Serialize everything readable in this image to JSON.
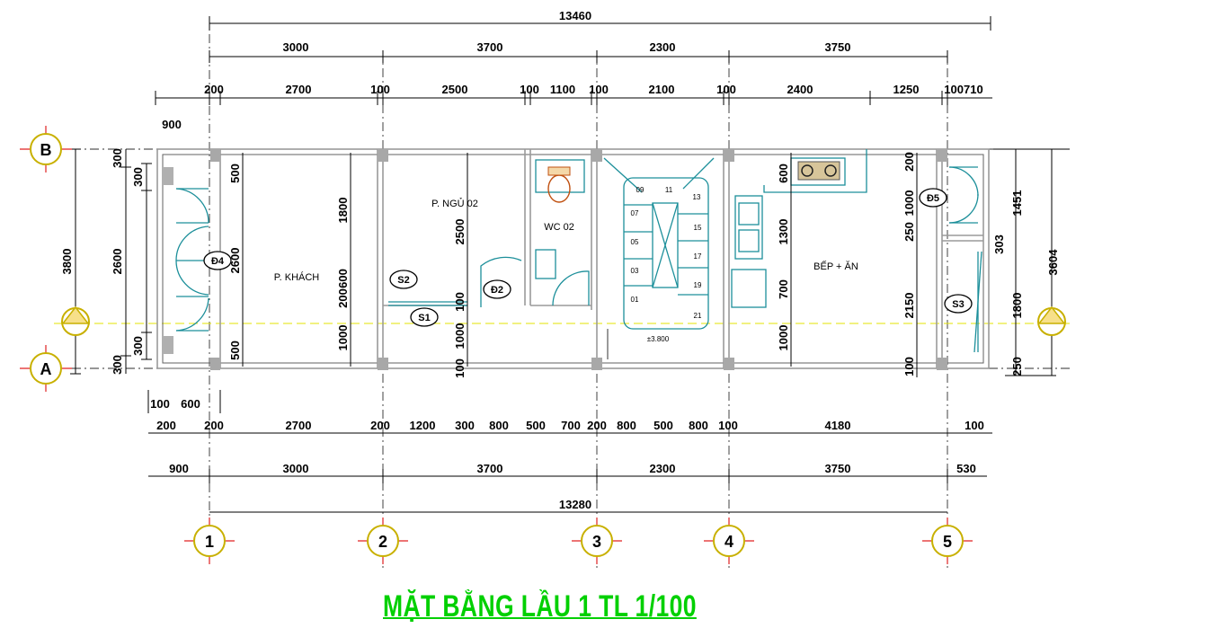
{
  "title": "MẶT BẰNG LẦU 1 TL 1/100",
  "dims_top": {
    "overall": "13460",
    "row2": [
      "3000",
      "3700",
      "2300",
      "3750"
    ],
    "row3": [
      "200",
      "2700",
      "100",
      "2500",
      "100",
      "1100",
      "100",
      "2100",
      "100",
      "2400",
      "1250",
      "100710"
    ],
    "left": "900"
  },
  "dims_bottom": {
    "row1": [
      "100",
      "600"
    ],
    "row2": [
      "200",
      "200",
      "2700",
      "200",
      "1200",
      "300",
      "800",
      "500",
      "700",
      "200",
      "800",
      "500",
      "800",
      "100",
      "4180",
      "100"
    ],
    "row3": [
      "900",
      "3000",
      "3700",
      "2300",
      "3750",
      "530"
    ],
    "overall": "13280"
  },
  "dims_left": {
    "outer": "3800",
    "mid": "2600",
    "inner": [
      "300",
      "300",
      "300",
      "300"
    ]
  },
  "dims_plan": {
    "balcony_left": [
      "500",
      "2600",
      "500"
    ],
    "bed_left": [
      "1800",
      "600",
      "200",
      "1000"
    ],
    "bed_right": [
      "2500",
      "100",
      "1000",
      "100"
    ],
    "kitchen_left": [
      "600",
      "1300",
      "700",
      "1000"
    ],
    "right_inner": [
      "200",
      "1000",
      "250",
      "2150",
      "100"
    ]
  },
  "dims_right": [
    "1451",
    "303",
    "1800",
    "250",
    "3604"
  ],
  "rooms": {
    "living": "P. KHÁCH",
    "bedroom": "P. NGỦ 02",
    "wc": "WC 02",
    "kitchen": "BẾP + ĂN"
  },
  "tags": [
    "Đ4",
    "S2",
    "S1",
    "Đ2",
    "Đ5",
    "S3"
  ],
  "stair": {
    "steps": [
      "09",
      "11",
      "13",
      "07",
      "15",
      "05",
      "17",
      "03",
      "19",
      "01",
      "21"
    ],
    "level": "±3.800"
  },
  "grid": {
    "rows": [
      "B",
      "A"
    ],
    "cols": [
      "1",
      "2",
      "3",
      "4",
      "5"
    ]
  },
  "colors": {
    "title": "#00d000",
    "wall": "#9a9a9a",
    "fixture": "#1c8f9a",
    "axis": "#e3e300",
    "grid_mark": "#e02020"
  }
}
